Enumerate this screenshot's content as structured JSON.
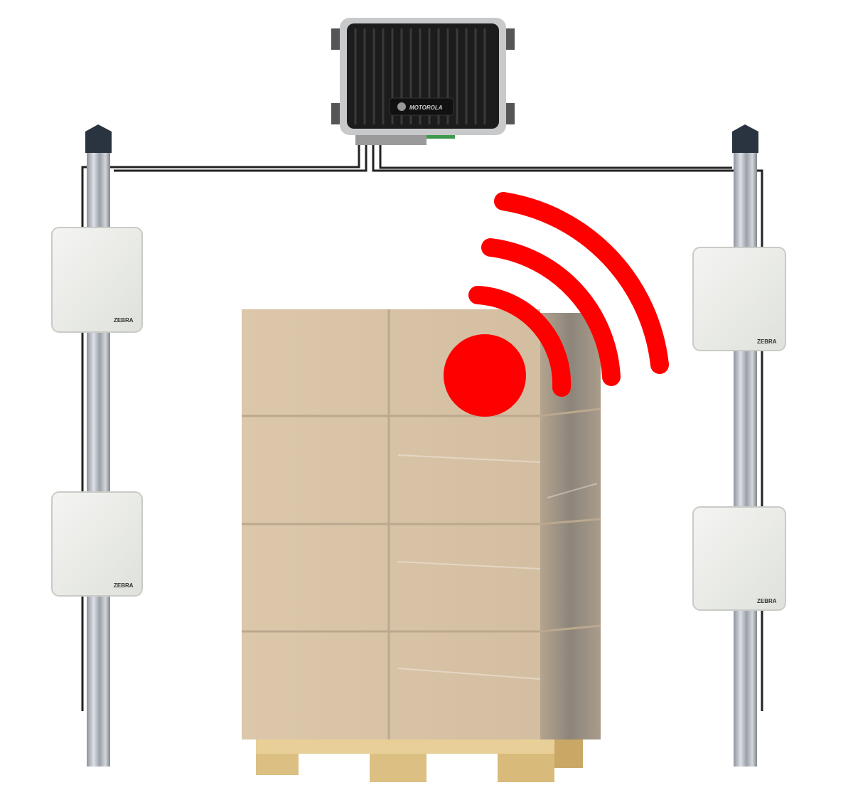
{
  "reader": {
    "brand_logo": "MOTOROLA",
    "icon": "rfid-reader-icon"
  },
  "antennas": {
    "brand_logo": "ZEBRA",
    "count": 4
  },
  "tag": {
    "icon": "rfid-signal-icon",
    "color": "#ff0000"
  },
  "colors": {
    "signal": "#ff0000",
    "box": "#d9c3a6",
    "box_side": "#a99a88",
    "reader": "#1c1c1c",
    "pole": "#b8bcc4"
  }
}
